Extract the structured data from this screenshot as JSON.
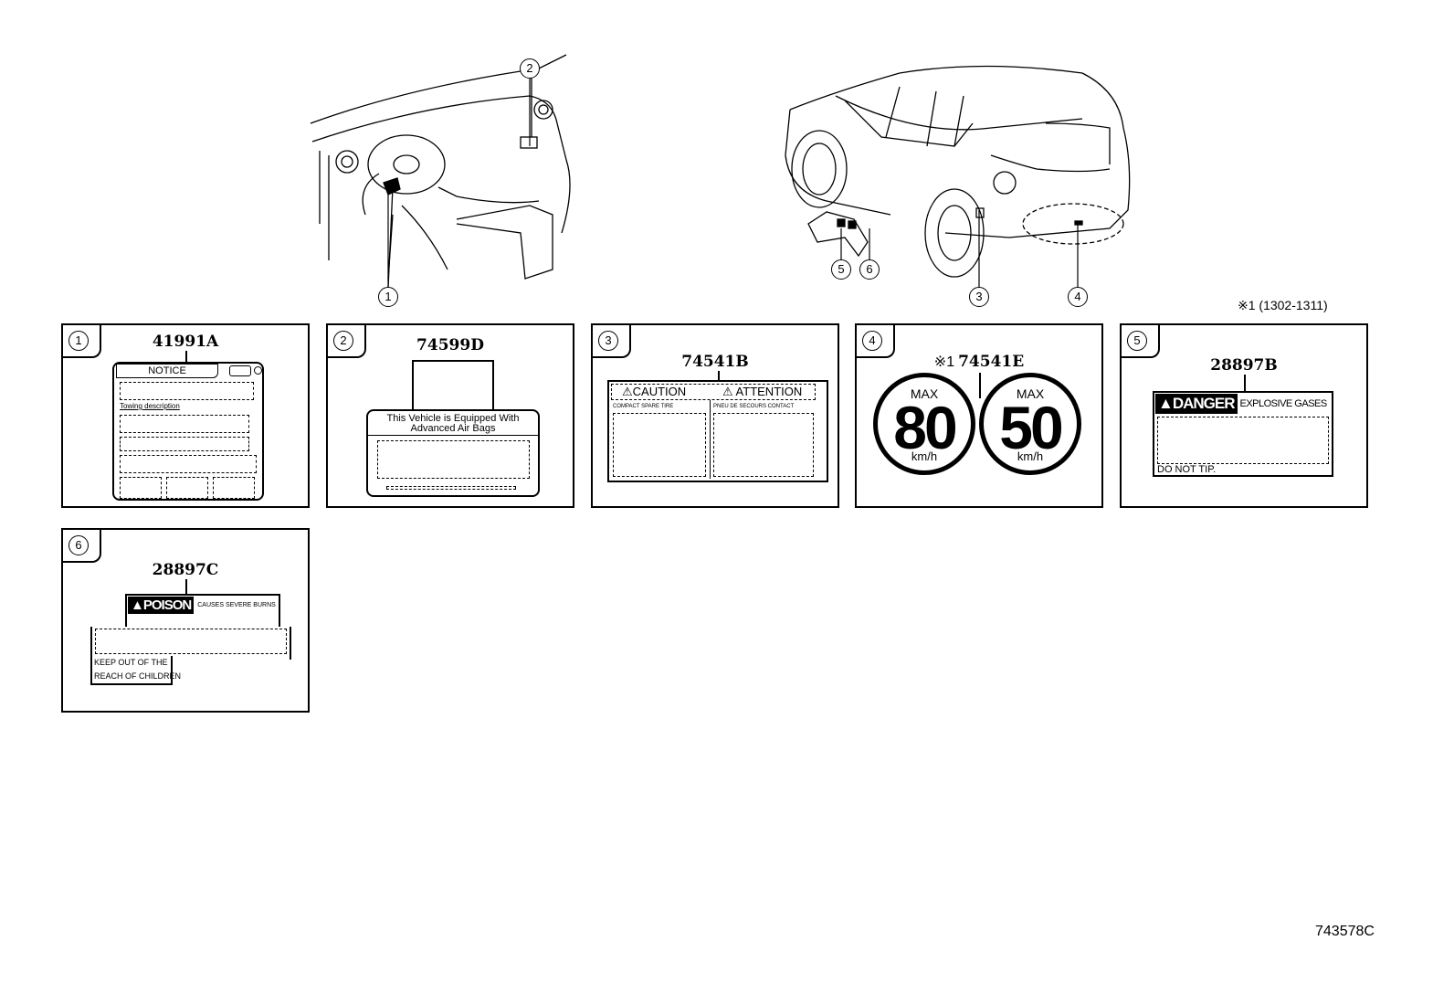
{
  "note": "※1 (1302-1311)",
  "drawing_code": "743578C",
  "callouts": [
    "1",
    "2",
    "3",
    "4",
    "5",
    "6"
  ],
  "panels": [
    {
      "index": "1",
      "part_number": "41991A",
      "label": {
        "header": "NOTICE",
        "subheader": "Towing description"
      }
    },
    {
      "index": "2",
      "part_number": "74599D",
      "label": {
        "line1": "This Vehicle is Equipped With",
        "line2": "Advanced  Air  Bags"
      }
    },
    {
      "index": "3",
      "part_number": "74541B",
      "label": {
        "left_header": "⚠CAUTION",
        "right_header": "⚠ ATTENTION",
        "left_sub": "COMPACT SPARE TIRE",
        "right_sub": "PNEU DE SECOURS CONTACT"
      }
    },
    {
      "index": "4",
      "part_number": "74541E",
      "prefix": "※1",
      "label": {
        "max": "MAX",
        "speed_left": "80",
        "speed_right": "50",
        "unit": "km/h"
      }
    },
    {
      "index": "5",
      "part_number": "28897B",
      "label": {
        "signal": "DANGER",
        "headline": "EXPLOSIVE GASES",
        "footer": "DO NOT TIP."
      }
    },
    {
      "index": "6",
      "part_number": "28897C",
      "label": {
        "signal": "POISON",
        "headline": "CAUSES SEVERE BURNS",
        "footer1": "KEEP OUT OF THE",
        "footer2": "REACH OF CHILDREN"
      }
    }
  ]
}
